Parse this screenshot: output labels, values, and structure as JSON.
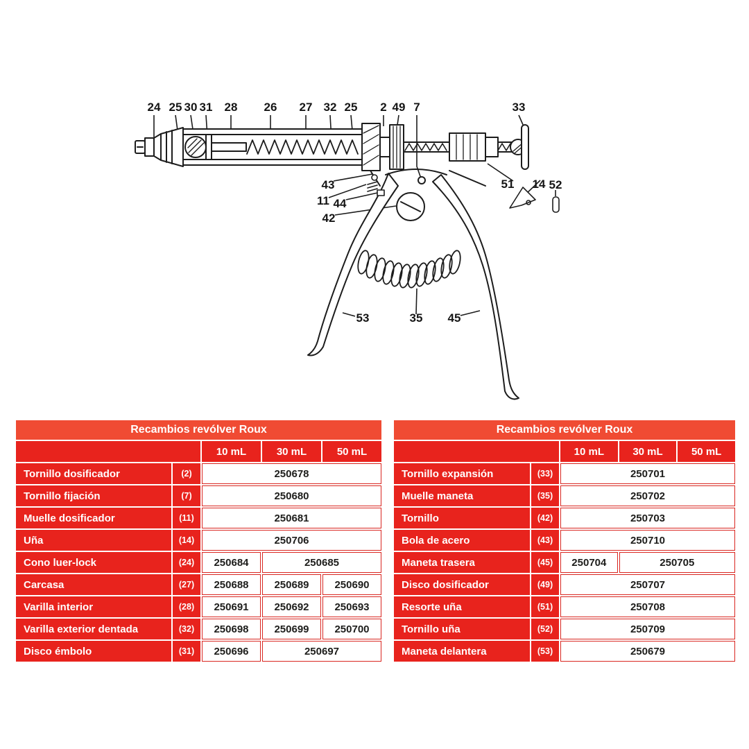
{
  "colors": {
    "table_red": "#e8231d",
    "title_red": "#f04b33",
    "number_text": "#1d1d1b",
    "line_ink": "#1c1c1c"
  },
  "diagram": {
    "name": "Roux revolver syringe exploded parts diagram",
    "callouts": [
      "24",
      "25",
      "30",
      "31",
      "28",
      "26",
      "27",
      "32",
      "25",
      "2",
      "49",
      "7",
      "33",
      "43",
      "11",
      "44",
      "42",
      "51",
      "14",
      "52",
      "53",
      "35",
      "45"
    ]
  },
  "tables": [
    {
      "title": "Recambios revólver Roux",
      "columns": [
        "10 mL",
        "30 mL",
        "50 mL"
      ],
      "rows": [
        {
          "name": "Tornillo dosificador",
          "ref": "(2)",
          "cells": [
            {
              "v": "250678",
              "s": 3
            }
          ]
        },
        {
          "name": "Tornillo fijación",
          "ref": "(7)",
          "cells": [
            {
              "v": "250680",
              "s": 3
            }
          ]
        },
        {
          "name": "Muelle dosificador",
          "ref": "(11)",
          "cells": [
            {
              "v": "250681",
              "s": 3
            }
          ]
        },
        {
          "name": "Uña",
          "ref": "(14)",
          "cells": [
            {
              "v": "250706",
              "s": 3
            }
          ]
        },
        {
          "name": "Cono luer-lock",
          "ref": "(24)",
          "cells": [
            {
              "v": "250684",
              "s": 1
            },
            {
              "v": "250685",
              "s": 2
            }
          ]
        },
        {
          "name": "Carcasa",
          "ref": "(27)",
          "cells": [
            {
              "v": "250688",
              "s": 1
            },
            {
              "v": "250689",
              "s": 1
            },
            {
              "v": "250690",
              "s": 1
            }
          ]
        },
        {
          "name": "Varilla interior",
          "ref": "(28)",
          "cells": [
            {
              "v": "250691",
              "s": 1
            },
            {
              "v": "250692",
              "s": 1
            },
            {
              "v": "250693",
              "s": 1
            }
          ]
        },
        {
          "name": "Varilla exterior dentada",
          "ref": "(32)",
          "cells": [
            {
              "v": "250698",
              "s": 1
            },
            {
              "v": "250699",
              "s": 1
            },
            {
              "v": "250700",
              "s": 1
            }
          ]
        },
        {
          "name": "Disco émbolo",
          "ref": "(31)",
          "cells": [
            {
              "v": "250696",
              "s": 1
            },
            {
              "v": "250697",
              "s": 2
            }
          ]
        }
      ]
    },
    {
      "title": "Recambios revólver Roux",
      "columns": [
        "10 mL",
        "30 mL",
        "50 mL"
      ],
      "rows": [
        {
          "name": "Tornillo expansión",
          "ref": "(33)",
          "cells": [
            {
              "v": "250701",
              "s": 3
            }
          ]
        },
        {
          "name": "Muelle maneta",
          "ref": "(35)",
          "cells": [
            {
              "v": "250702",
              "s": 3
            }
          ]
        },
        {
          "name": "Tornillo",
          "ref": "(42)",
          "cells": [
            {
              "v": "250703",
              "s": 3
            }
          ]
        },
        {
          "name": "Bola de acero",
          "ref": "(43)",
          "cells": [
            {
              "v": "250710",
              "s": 3
            }
          ]
        },
        {
          "name": "Maneta trasera",
          "ref": "(45)",
          "cells": [
            {
              "v": "250704",
              "s": 1
            },
            {
              "v": "250705",
              "s": 2
            }
          ]
        },
        {
          "name": "Disco dosificador",
          "ref": "(49)",
          "cells": [
            {
              "v": "250707",
              "s": 3
            }
          ]
        },
        {
          "name": "Resorte uña",
          "ref": "(51)",
          "cells": [
            {
              "v": "250708",
              "s": 3
            }
          ]
        },
        {
          "name": "Tornillo uña",
          "ref": "(52)",
          "cells": [
            {
              "v": "250709",
              "s": 3
            }
          ]
        },
        {
          "name": "Maneta delantera",
          "ref": "(53)",
          "cells": [
            {
              "v": "250679",
              "s": 3
            }
          ]
        }
      ]
    }
  ]
}
